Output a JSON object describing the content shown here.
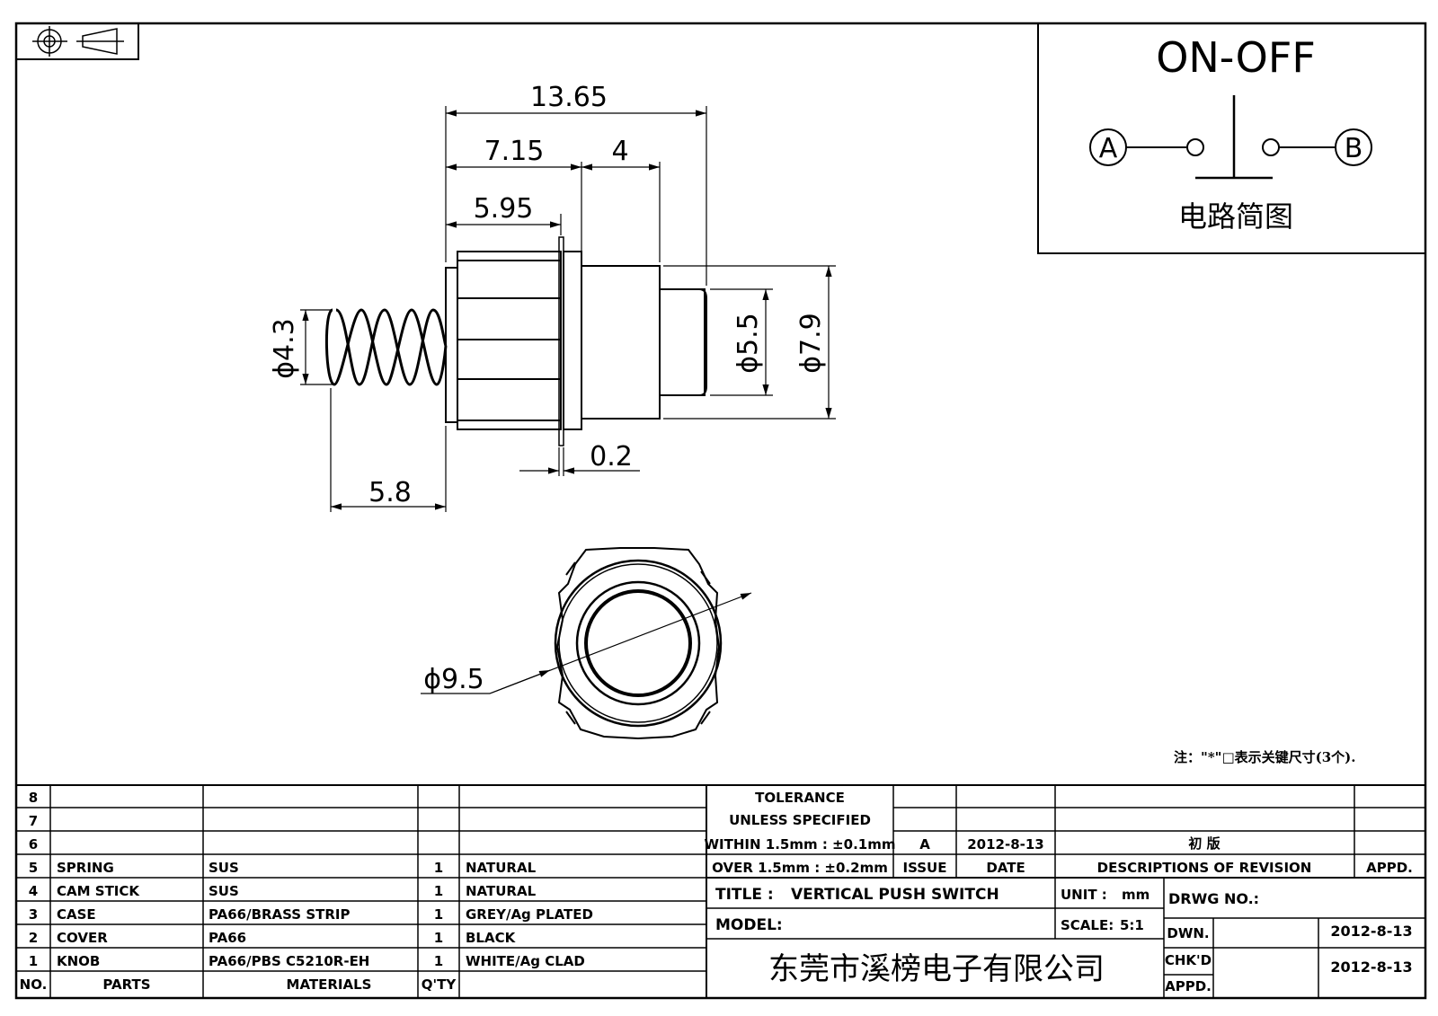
{
  "circuit": {
    "title": "ON-OFF",
    "terminal_a": "A",
    "terminal_b": "B",
    "caption": "电路简图"
  },
  "dimensions": {
    "overall_length": "13.65",
    "knob_length": "7.15",
    "cover_length": "4",
    "case_length": "5.95",
    "spring_dia": "ϕ4.3",
    "knob_dia": "ϕ5.5",
    "cover_dia": "ϕ7.9",
    "strip_thickness": "0.2",
    "spring_length": "5.8",
    "flange_dia": "ϕ9.5"
  },
  "note": "注：\"*\"□表示关键尺寸(3个).",
  "bom": {
    "rows": [
      {
        "no": "8",
        "part": "",
        "material": "",
        "qty": "",
        "finish": ""
      },
      {
        "no": "7",
        "part": "",
        "material": "",
        "qty": "",
        "finish": ""
      },
      {
        "no": "6",
        "part": "",
        "material": "",
        "qty": "",
        "finish": ""
      },
      {
        "no": "5",
        "part": "SPRING",
        "material": "SUS",
        "qty": "1",
        "finish": "NATURAL"
      },
      {
        "no": "4",
        "part": "CAM STICK",
        "material": "SUS",
        "qty": "1",
        "finish": "NATURAL"
      },
      {
        "no": "3",
        "part": "CASE",
        "material": "PA66/BRASS STRIP",
        "qty": "1",
        "finish": "GREY/Ag PLATED"
      },
      {
        "no": "2",
        "part": "COVER",
        "material": "PA66",
        "qty": "1",
        "finish": "BLACK"
      },
      {
        "no": "1",
        "part": "KNOB",
        "material": "PA66/PBS C5210R-EH",
        "qty": "1",
        "finish": "WHITE/Ag CLAD"
      }
    ],
    "headers": {
      "no": "NO.",
      "parts": "PARTS",
      "materials": "MATERIALS",
      "qty": "Q'TY"
    }
  },
  "tolerance": {
    "line1": "TOLERANCE",
    "line2": "UNLESS  SPECIFIED",
    "line3": "WITHIN 1.5mm : ±0.1mm",
    "line4": "OVER 1.5mm : ±0.2mm"
  },
  "revision": {
    "issue": "A",
    "date": "2012-8-13",
    "description": "初  版",
    "issue_label": "ISSUE",
    "date_label": "DATE",
    "desc_label": "DESCRIPTIONS OF REVISION",
    "appd_label": "APPD."
  },
  "title_block": {
    "title_label": "TITLE :",
    "title": "VERTICAL PUSH SWITCH",
    "unit_label": "UNIT :",
    "unit": "mm",
    "drwg_label": "DRWG NO.:",
    "model_label": "MODEL:",
    "scale_label": "SCALE:",
    "scale": "5:1",
    "dwn_label": "DWN.",
    "dwn_date": "2012-8-13",
    "chkd_label": "CHK'D",
    "chkd_date": "2012-8-13",
    "appd_label": "APPD.",
    "company": "东莞市溪榜电子有限公司"
  }
}
